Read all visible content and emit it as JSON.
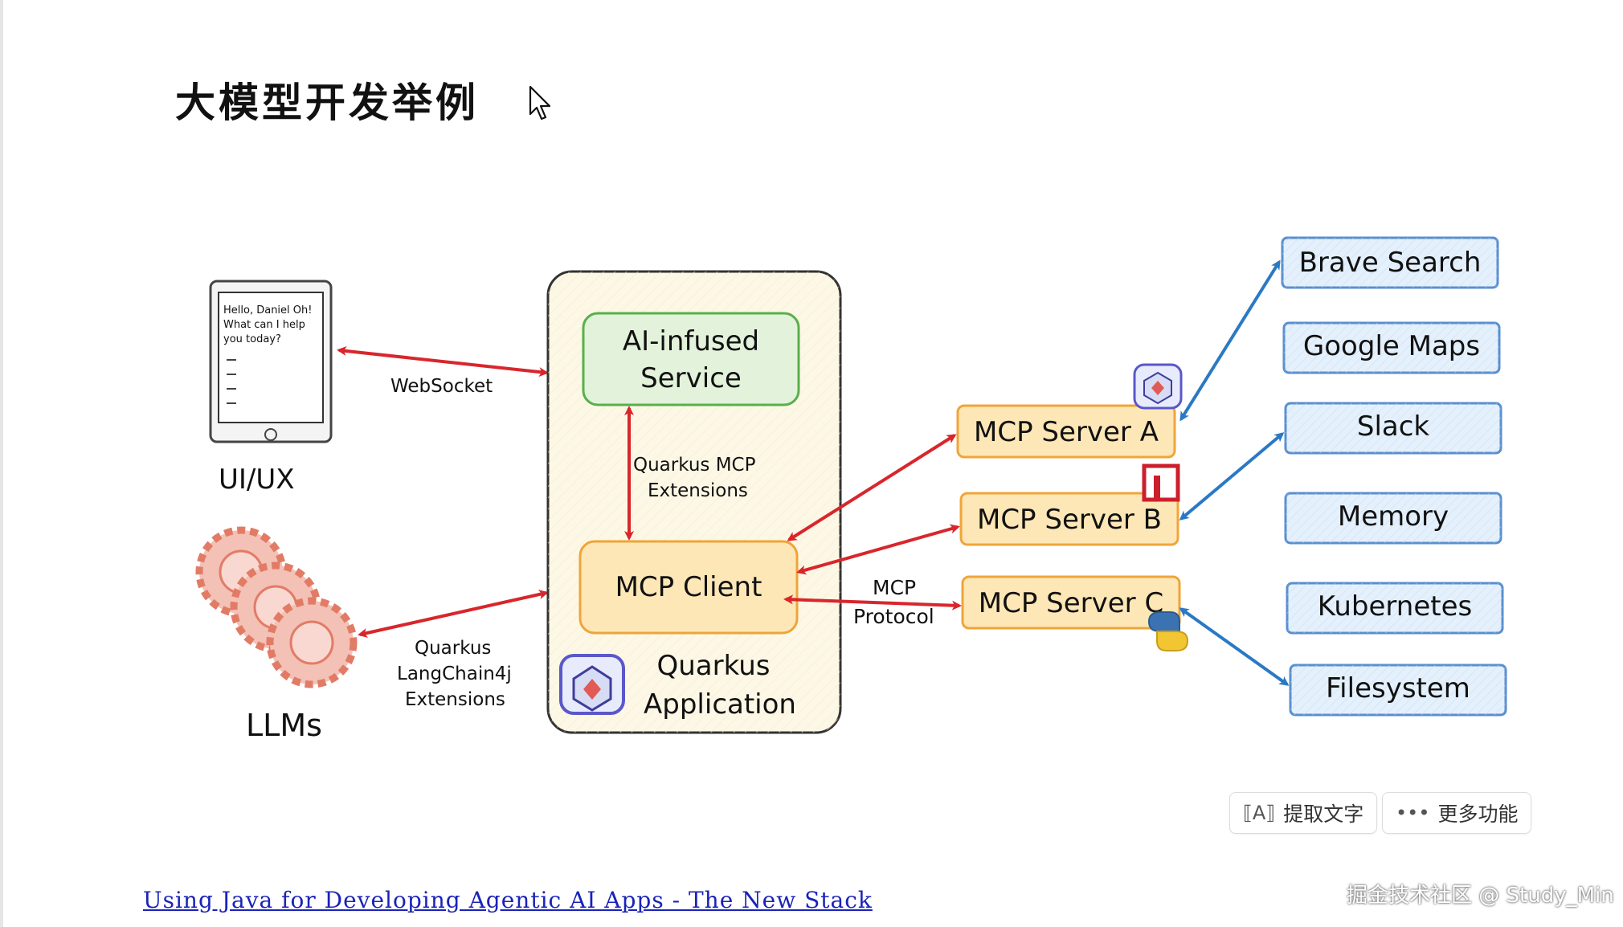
{
  "page": {
    "title": "大模型开发举例"
  },
  "diagram": {
    "tablet_text": [
      "Hello, Daniel Oh!",
      "What can I help",
      "you today?"
    ],
    "ui_label": "UI/UX",
    "llm_label": "LLMs",
    "websocket_label": "WebSocket",
    "langchain_label": [
      "Quarkus",
      "LangChain4j",
      "Extensions"
    ],
    "app": {
      "service_lines": [
        "AI-infused",
        "Service"
      ],
      "extensions_label": [
        "Quarkus MCP",
        "Extensions"
      ],
      "client_label": "MCP Client",
      "app_label": [
        "Quarkus",
        "Application"
      ]
    },
    "protocol_label": [
      "MCP",
      "Protocol"
    ],
    "servers": [
      "MCP Server A",
      "MCP Server B",
      "MCP Server C"
    ],
    "tools": [
      "Brave Search",
      "Google Maps",
      "Slack",
      "Memory",
      "Kubernetes",
      "Filesystem"
    ],
    "colors": {
      "arrow_red": "#d8262c",
      "arrow_blue": "#2a79c4",
      "app_fill": "#fdf8e6",
      "service_fill": "#e3f2da",
      "service_stroke": "#58b04a",
      "client_fill": "#fde7b6",
      "client_stroke": "#f0a43a",
      "tool_fill": "#e4f0fb",
      "tool_stroke": "#5a8fd0",
      "gear": "#e27b66"
    },
    "icons": [
      "tablet-icon",
      "gears-icon",
      "quarkus-logo-icon",
      "openshift-icon",
      "python-icon"
    ]
  },
  "toolbar": {
    "extract_label": "提取文字",
    "more_label": "更多功能"
  },
  "source_link": "Using Java for Developing Agentic AI Apps - The New Stack",
  "watermark": "掘金技术社区 @ Study_Min"
}
